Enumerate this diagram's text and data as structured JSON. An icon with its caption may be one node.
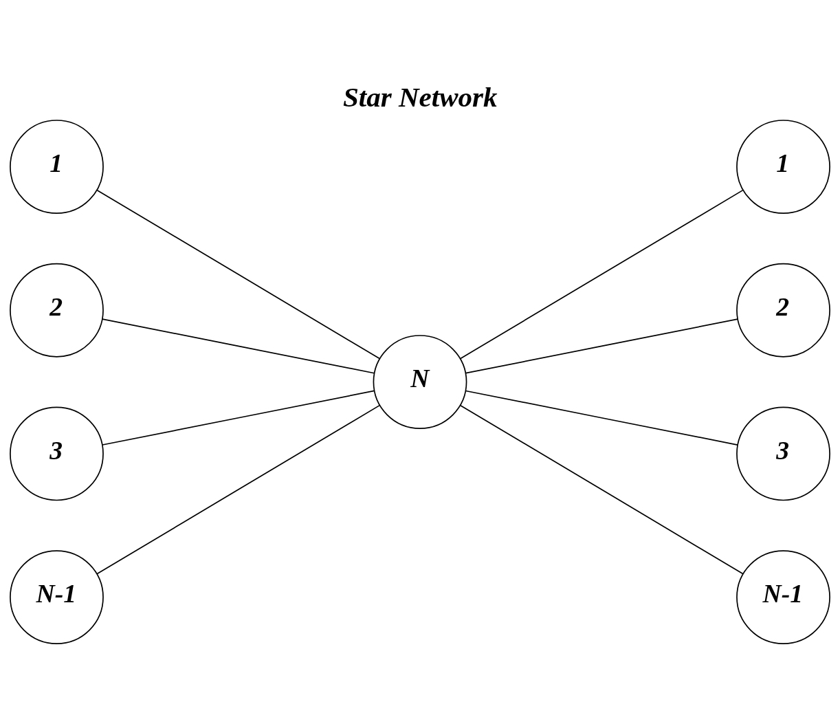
{
  "diagram": {
    "title": "Star Network",
    "nodes": [
      {
        "text": [
          "1"
        ]
      },
      {
        "text": [
          "2"
        ]
      },
      {
        "text": [
          "3"
        ]
      },
      {
        "text": [
          "N-1"
        ]
      },
      {
        "text": [
          "N"
        ]
      },
      {
        "text": [
          "1"
        ]
      },
      {
        "text": [
          "2"
        ]
      },
      {
        "text": [
          "3"
        ]
      },
      {
        "text": [
          "N-1"
        ]
      }
    ],
    "edges": [
      {
        "from": 0,
        "to": 4,
        "arrow": "none"
      },
      {
        "from": 1,
        "to": 4,
        "arrow": "none"
      },
      {
        "from": 2,
        "to": 4,
        "arrow": "none"
      },
      {
        "from": 3,
        "to": 4,
        "arrow": "none"
      },
      {
        "from": 5,
        "to": 4,
        "arrow": "none"
      },
      {
        "from": 6,
        "to": 4,
        "arrow": "none"
      },
      {
        "from": 7,
        "to": 4,
        "arrow": "none"
      },
      {
        "from": 8,
        "to": 4,
        "arrow": "none"
      }
    ]
  }
}
